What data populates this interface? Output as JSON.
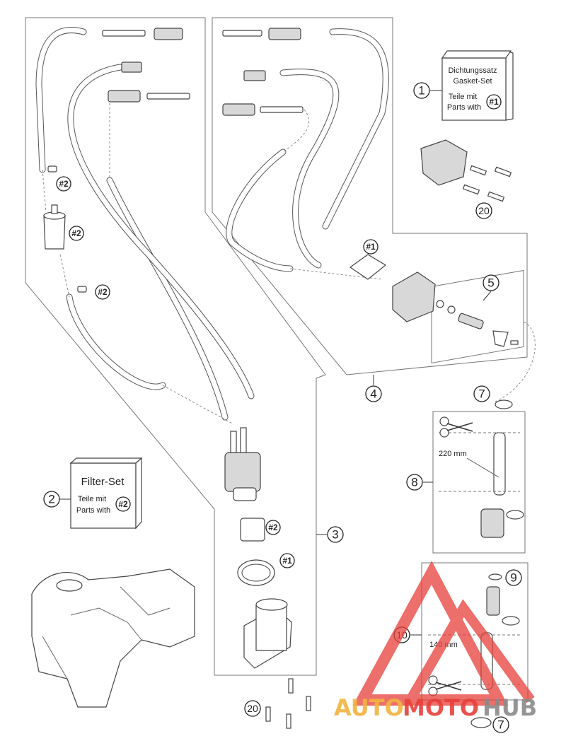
{
  "callouts": {
    "c1": "1",
    "c2": "2",
    "c3": "3",
    "c4": "4",
    "c5": "5",
    "c7a": "7",
    "c7b": "7",
    "c8": "8",
    "c9": "9",
    "c10": "10",
    "c20a": "20",
    "c20b": "20"
  },
  "refs": {
    "r2a": "#2",
    "r2b": "#2",
    "r2c": "#2",
    "r2d": "#2",
    "r1a": "#1",
    "r1b": "#1"
  },
  "gasket_box": {
    "line1": "Dichtungssatz",
    "line2": "Gasket-Set",
    "line3": "Teile mit",
    "line4": "Parts with",
    "ref": "#1"
  },
  "filter_box": {
    "line1": "Filter-Set",
    "line2": "Teile mit",
    "line3": "Parts with",
    "ref": "#2"
  },
  "measures": {
    "hose_8": "220 mm",
    "hose_10": "140 mm"
  },
  "watermark": {
    "part1": "AUTO",
    "part2": "MOTO",
    "part3": "HUB"
  },
  "colors": {
    "watermark_red": "#e8403a",
    "watermark_orange": "#f2b340",
    "watermark_gray": "#8a8a8a"
  }
}
